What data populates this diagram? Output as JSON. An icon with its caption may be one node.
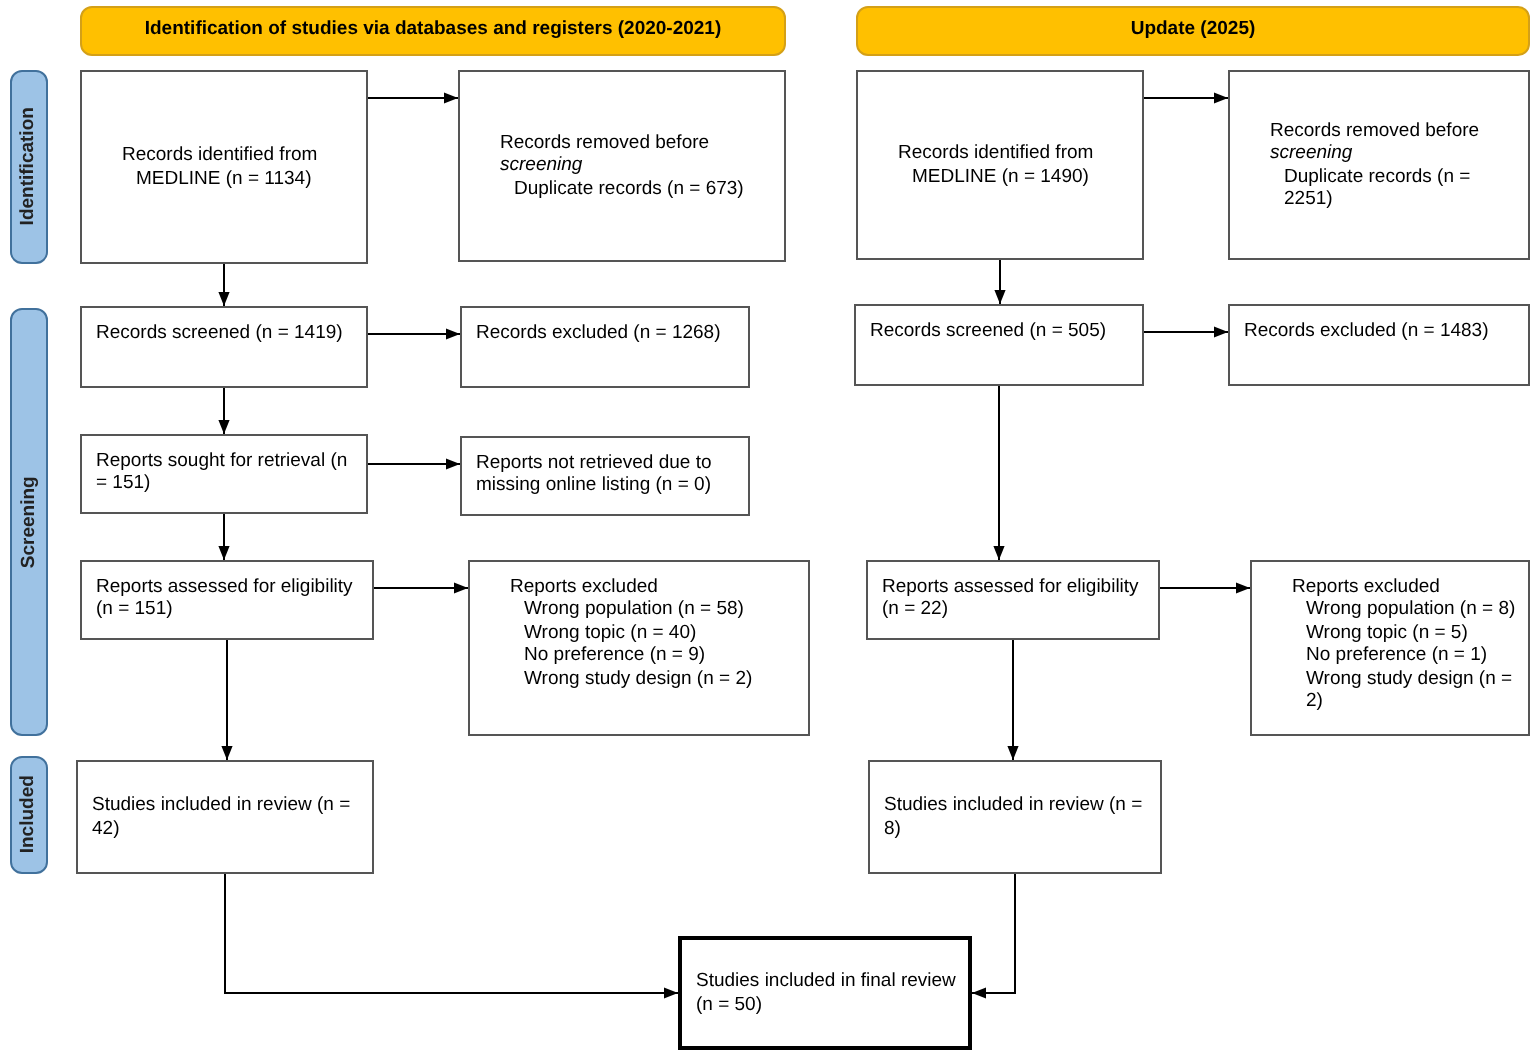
{
  "diagram": {
    "nodes": [
      {
        "text": [
          "Identification of studies via databases and registers (2020-2021)"
        ]
      },
      {
        "text": [
          "Update (2025)"
        ]
      },
      {
        "text": [
          "Identification"
        ]
      },
      {
        "text": [
          "Screening"
        ]
      },
      {
        "text": [
          "Included"
        ]
      },
      {
        "text": [
          "Records identified from",
          "MEDLINE (n = 1134)"
        ]
      },
      {
        "text": [
          "Records removed before *screening*",
          "Duplicate records (n = 673)"
        ]
      },
      {
        "text": [
          "Records identified from",
          "MEDLINE (n = 1490)"
        ]
      },
      {
        "text": [
          "Records removed before *screening*",
          "Duplicate records (n = 2251)"
        ]
      },
      {
        "text": [
          "Records screened (n = 1419)"
        ]
      },
      {
        "text": [
          "Records excluded (n = 1268)"
        ]
      },
      {
        "text": [
          "Records screened (n = 505)"
        ]
      },
      {
        "text": [
          "Records excluded (n = 1483)"
        ]
      },
      {
        "text": [
          "Reports sought for retrieval (n = 151)"
        ]
      },
      {
        "text": [
          "Reports not retrieved due to missing online listing (n = 0)"
        ]
      },
      {
        "text": [
          "Reports assessed for eligibility (n = 151)"
        ]
      },
      {
        "text": [
          "Reports excluded",
          "Wrong population (n = 58)",
          "Wrong topic (n = 40)",
          "No preference (n = 9)",
          "Wrong study design (n = 2)"
        ]
      },
      {
        "text": [
          "Reports assessed for eligibility (n = 22)"
        ]
      },
      {
        "text": [
          "Reports excluded",
          "Wrong population (n = 8)",
          "Wrong topic (n = 5)",
          "No preference (n = 1)",
          "Wrong study design (n = 2)"
        ]
      },
      {
        "text": [
          "Studies included in review (n = 42)"
        ]
      },
      {
        "text": [
          "Studies included in review (n = 8)"
        ]
      },
      {
        "text": [
          "Studies included in final review (n = 50)"
        ]
      }
    ],
    "edges": [
      {
        "from": 5,
        "to": 6,
        "arrow": "to"
      },
      {
        "from": 5,
        "to": 9,
        "arrow": "to"
      },
      {
        "from": 9,
        "to": 10,
        "arrow": "to"
      },
      {
        "from": 9,
        "to": 13,
        "arrow": "to"
      },
      {
        "from": 13,
        "to": 14,
        "arrow": "to"
      },
      {
        "from": 13,
        "to": 15,
        "arrow": "to"
      },
      {
        "from": 15,
        "to": 16,
        "arrow": "to"
      },
      {
        "from": 15,
        "to": 19,
        "arrow": "to"
      },
      {
        "from": 19,
        "to": 21,
        "arrow": "to"
      },
      {
        "from": 7,
        "to": 8,
        "arrow": "to"
      },
      {
        "from": 7,
        "to": 11,
        "arrow": "to"
      },
      {
        "from": 11,
        "to": 12,
        "arrow": "to"
      },
      {
        "from": 11,
        "to": 17,
        "arrow": "to"
      },
      {
        "from": 17,
        "to": 18,
        "arrow": "to"
      },
      {
        "from": 17,
        "to": 20,
        "arrow": "to"
      },
      {
        "from": 20,
        "to": 21,
        "arrow": "to"
      }
    ]
  }
}
